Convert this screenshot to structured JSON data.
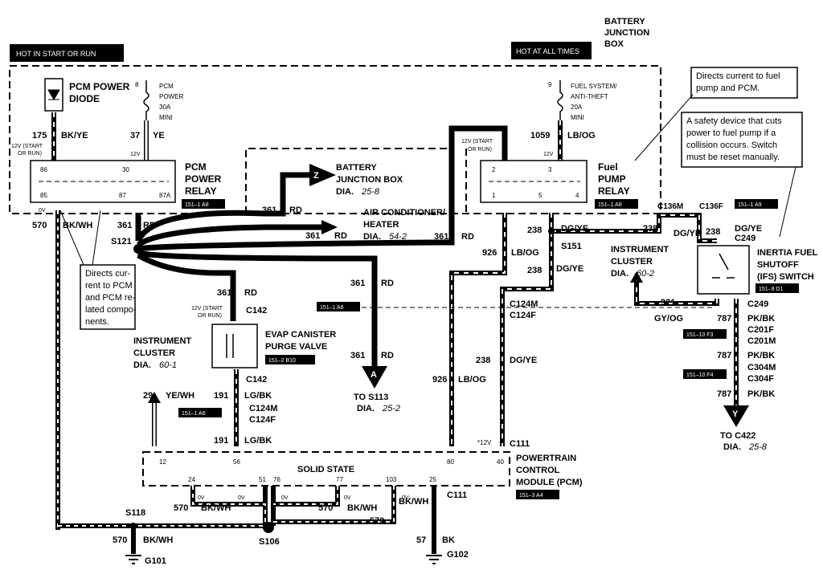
{
  "header": {
    "hot_start_run": "HOT IN START OR RUN",
    "hot_at_all_times": "HOT AT ALL TIMES",
    "bjb_1": "BATTERY",
    "bjb_2": "JUNCTION",
    "bjb_3": "BOX"
  },
  "callouts": {
    "fuse_lines": [
      "Directs current to fuel",
      "pump and PCM."
    ],
    "ifs_lines": [
      "A safety device that cuts",
      "power to fuel pump if a",
      "collision occurs.  Switch",
      "must be reset manually."
    ],
    "diode_lines": [
      "Directs cur-",
      "rent to PCM",
      "and PCM re-",
      "lated compo-",
      "nents."
    ]
  },
  "pcm_power_diode": [
    "PCM POWER",
    "DIODE"
  ],
  "fuse_pcm": {
    "pin": "8",
    "lines": [
      "PCM",
      "POWER",
      "30A",
      "MINI"
    ]
  },
  "fuse_fuel": {
    "pin": "9",
    "lines": [
      "FUEL SYSTEM/",
      "ANTI-THEFT",
      "20A",
      "MINI"
    ]
  },
  "pcm_relay": {
    "title": [
      "PCM",
      "POWER",
      "RELAY"
    ],
    "ref": "151–1 A8",
    "pins": [
      "86",
      "30",
      "85",
      "87",
      "87A"
    ]
  },
  "fuel_relay": {
    "title": [
      "Fuel",
      "PUMP",
      "RELAY"
    ],
    "ref": "151–1 A8",
    "pins": [
      "2",
      "3",
      "1",
      "5",
      "4"
    ]
  },
  "wires": {
    "w175": "175",
    "bkye": "BK/YE",
    "w37": "37",
    "ye": "YE",
    "w1059": "1059",
    "lbog": "LB/OG",
    "v12_start_l1": "12V (START",
    "v12_start_l2": "OR RUN)",
    "v12": "12V",
    "v0": "0V",
    "w570": "570",
    "bkwh": "BK/WH",
    "w361": "361",
    "rd": "RD",
    "w238": "238",
    "dgye": "DG/YE",
    "w926": "926",
    "w921": "921",
    "gyog": "GY/OG",
    "w787": "787",
    "pkbk": "PK/BK",
    "w29": "29",
    "yewh": "YE/WH",
    "w191": "191",
    "lgbk": "LG/BK",
    "w57": "57",
    "bk": "BK",
    "v12star": "*12V"
  },
  "splices": {
    "s121": "S121",
    "s151": "S151",
    "s118": "S118",
    "s106": "S106"
  },
  "grounds": {
    "g101": "G101",
    "g102": "G102"
  },
  "connectors": {
    "c136m": "C136M",
    "c136f": "C136F",
    "c249": "C249",
    "c142": "C142",
    "c124m": "C124M",
    "c124f": "C124F",
    "c201f": "C201F",
    "c201m": "C201M",
    "c304m": "C304M",
    "c304f": "C304F",
    "c111": "C111"
  },
  "refs": {
    "r_c249": "151–1 A9",
    "r_ifs": "151–9 D1",
    "r_a6": "151–1 A6",
    "r_evap": "151–2 B10",
    "r_c124": "151–1 A6",
    "r_f3": "151–10 F3",
    "r_f4": "151–10 F4",
    "r_pcm": "151–3 A4"
  },
  "destinations": {
    "z": {
      "letter": "Z",
      "l1": "BATTERY",
      "l2": "JUNCTION BOX",
      "dia": "DIA.",
      "num": "25-8"
    },
    "ac": {
      "l1": "AIR CONDITIONER/",
      "l2": "HEATER",
      "dia": "DIA.",
      "num": "54-2"
    },
    "a": {
      "letter": "A",
      "l1": "TO S113",
      "dia": "DIA.",
      "num": "25-2"
    },
    "y": {
      "letter": "Y",
      "l1": "TO C422",
      "dia": "DIA.",
      "num": "25-8"
    },
    "ic_left": {
      "l1": "INSTRUMENT",
      "l2": "CLUSTER",
      "dia": "DIA.",
      "num": "60-1"
    },
    "ic_right": {
      "l1": "INSTRUMENT",
      "l2": "CLUSTER",
      "dia": "DIA.",
      "num": "60-2"
    }
  },
  "evap": [
    "EVAP CANISTER",
    "PURGE VALVE"
  ],
  "ifs": [
    "INERTIA FUEL",
    "SHUTOFF",
    "(IFS) SWITCH"
  ],
  "pcm": {
    "center": "SOLID STATE",
    "title": [
      "POWERTRAIN",
      "CONTROL",
      "MODULE (PCM)"
    ],
    "pins_top": [
      "12",
      "56",
      "80",
      "40"
    ],
    "pins_bottom": [
      "24",
      "51",
      "76",
      "77",
      "103",
      "25"
    ]
  }
}
